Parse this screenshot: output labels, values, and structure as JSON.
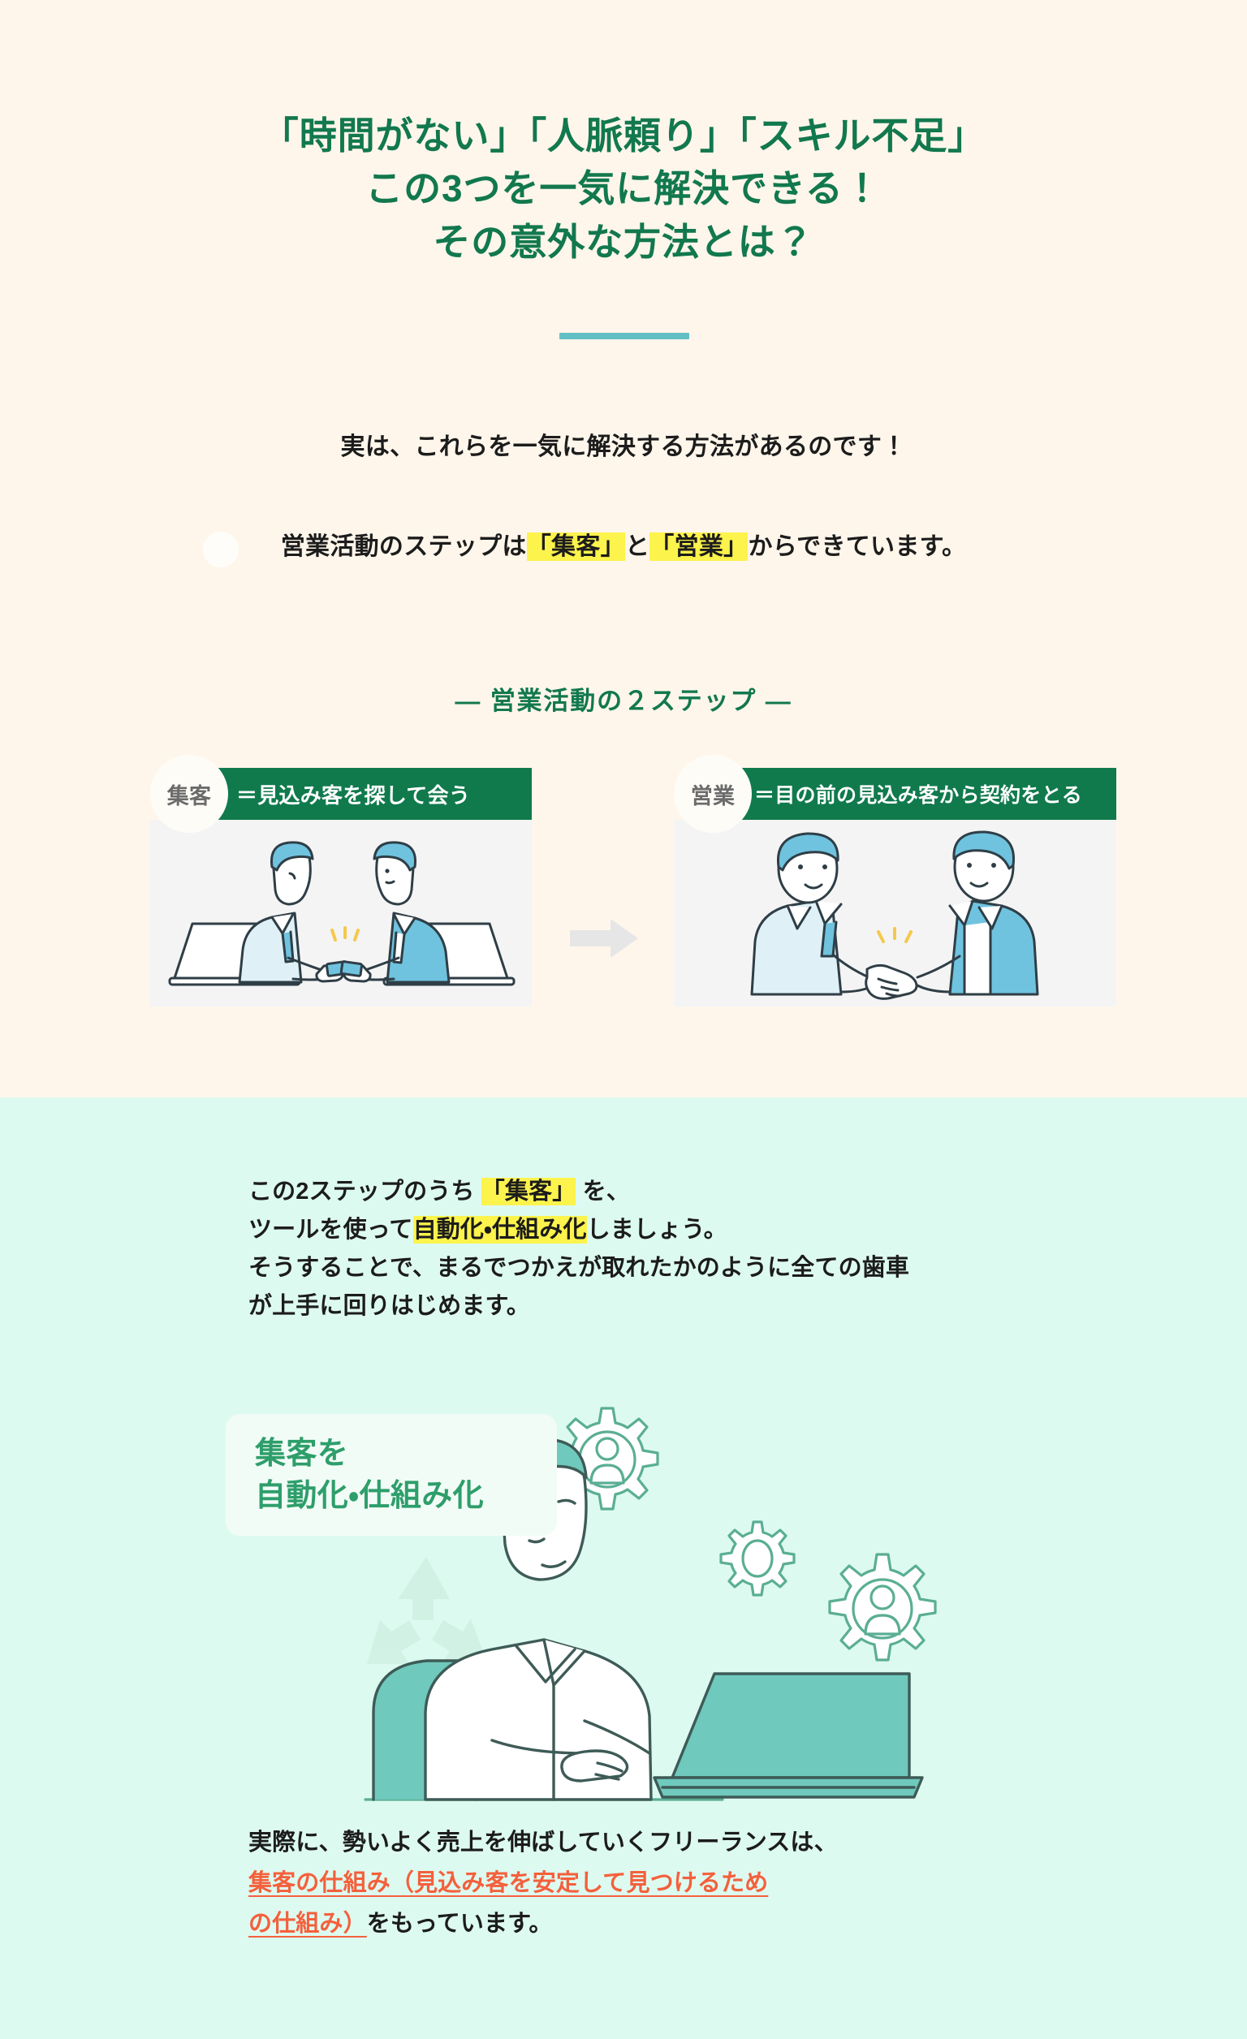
{
  "theme": {
    "cream_bg": "#FFF6EB",
    "mint_bg": "#DDFAF0",
    "brand_green": "#12784E",
    "banner_green": "#107A4D",
    "badge_green": "#2E9E6B",
    "teal_divider": "#62BFC4",
    "highlight_yellow": "#FCF34C",
    "accent_orange": "#F4603C",
    "card_art_bg": "#F4F4F4"
  },
  "hero": {
    "heading_lines": [
      "「時間がない」「人脈頼り」「スキル不足」",
      "この3つを一気に解決できる！",
      "その意外な方法とは？"
    ]
  },
  "lead": {
    "line1": "実は、これらを一気に解決する方法があるのです！",
    "line2_prefix": "営業活動のステップは",
    "line2_hl1": "「集客」",
    "line2_mid": "と",
    "line2_hl2": "「営業」",
    "line2_suffix": "からできています。"
  },
  "steps": {
    "title": "― 営業活動の２ステップ ―",
    "arrow_icon": "arrow-right-icon",
    "items": [
      {
        "badge": "集客",
        "banner": "＝見込み客を探して会う",
        "illustration": "two-businessmen-exchanging-business-cards"
      },
      {
        "badge": "営業",
        "banner": "＝目の前の見込み客から契約をとる",
        "illustration": "two-businessmen-shaking-hands"
      }
    ]
  },
  "automation": {
    "paragraph": [
      {
        "pre": "この2ステップのうち ",
        "hl": "「集客」",
        "post": " を、"
      },
      {
        "pre": "ツールを使って",
        "hl": "自動化・仕組み化",
        "post": "しましょう。"
      },
      {
        "pre": "そうすることで、まるでつかえが取れたかのように全ての歯車",
        "hl": "",
        "post": ""
      },
      {
        "pre": "が上手に回りはじめます。",
        "hl": "",
        "post": ""
      }
    ],
    "badge_lines": [
      "集客を",
      "自動化・仕組み化"
    ],
    "illustration": "man-at-laptop-with-gears",
    "watermark_icon": "recycle-icon"
  },
  "closing": {
    "line1": "実際に、勢いよく売上を伸ばしていくフリーランスは、",
    "line2_accent": "集客の仕組み（見込み客を安定して見つけるため",
    "line3_accent": "の仕組み）",
    "line3_tail": "をもっています。"
  }
}
